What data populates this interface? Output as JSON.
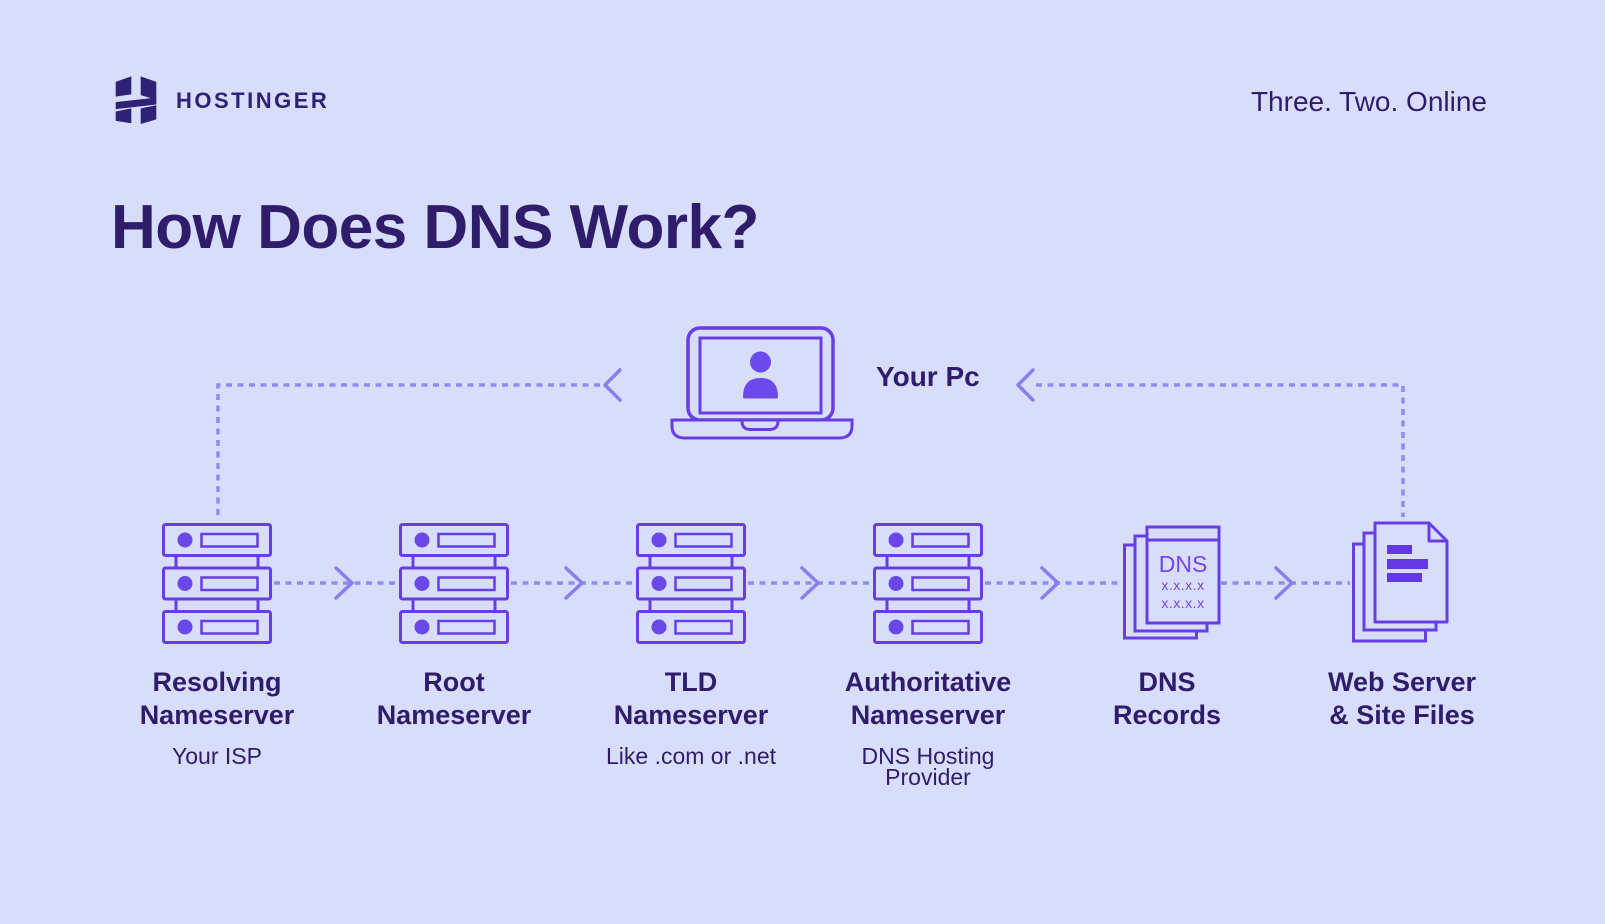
{
  "header": {
    "brand": "HOSTINGER",
    "tagline": "Three. Two. Online",
    "logo_icon": "hostinger-h-logo"
  },
  "title": "How Does DNS Work?",
  "pc": {
    "label": "Your Pc",
    "icon": "laptop-user-icon"
  },
  "dns_card": {
    "heading": "DNS",
    "lines": [
      "x.x.x.x",
      "x.x.x.x"
    ]
  },
  "nodes": [
    {
      "id": "resolving-nameserver",
      "icon": "server-icon",
      "title_lines": [
        "Resolving",
        "Nameserver"
      ],
      "sub_lines": [
        "Your ISP"
      ]
    },
    {
      "id": "root-nameserver",
      "icon": "server-icon",
      "title_lines": [
        "Root",
        "Nameserver"
      ],
      "sub_lines": []
    },
    {
      "id": "tld-nameserver",
      "icon": "server-icon",
      "title_lines": [
        "TLD",
        "Nameserver"
      ],
      "sub_lines": [
        "Like .com or .net"
      ]
    },
    {
      "id": "authoritative-nameserver",
      "icon": "server-icon",
      "title_lines": [
        "Authoritative",
        "Nameserver"
      ],
      "sub_lines": [
        "DNS Hosting",
        "Provider"
      ]
    },
    {
      "id": "dns-records",
      "icon": "dns-records-icon",
      "title_lines": [
        "DNS",
        "Records"
      ],
      "sub_lines": []
    },
    {
      "id": "web-server-site-files",
      "icon": "site-files-icon",
      "title_lines": [
        "Web Server",
        "& Site Files"
      ],
      "sub_lines": []
    }
  ],
  "connectors": [
    "pc-to-resolving-nameserver",
    "resolving-to-root",
    "root-to-tld",
    "tld-to-authoritative",
    "authoritative-to-dns-records",
    "dns-records-to-web-server",
    "web-server-to-pc"
  ],
  "colors": {
    "background": "#d8def9",
    "icon_stroke": "#673de6",
    "icon_fill": "#6948e7",
    "doc_bar_fill": "#6238e0",
    "dns_text": "#7445ec",
    "dotted_line": "#8f8cf0",
    "chevron": "#8a7eec",
    "text_dark": "#2f1c6a",
    "logo_navy": "#2f2276"
  }
}
